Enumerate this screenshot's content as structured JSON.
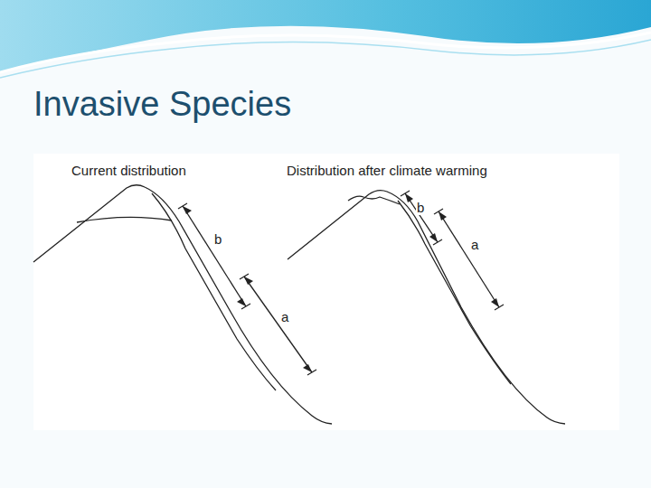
{
  "diagram": {
    "title": "Invasive Species",
    "labels": [
      "Current distribution",
      "b",
      "a",
      "Distribution after climate warming",
      "b",
      "a"
    ]
  }
}
